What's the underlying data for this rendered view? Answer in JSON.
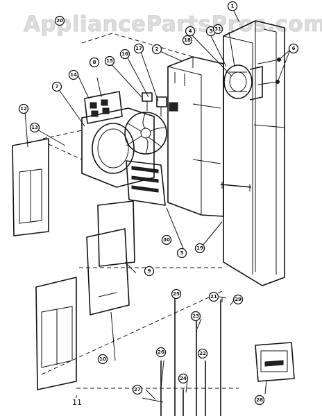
{
  "watermark": "AppliancePartsPros.com",
  "callouts": [
    "1",
    "2",
    "3",
    "4",
    "5",
    "6",
    "7",
    "8",
    "9",
    "10",
    "12",
    "13",
    "14",
    "15",
    "16",
    "17",
    "18",
    "19",
    "20",
    "21",
    "22",
    "23",
    "24",
    "25",
    "26",
    "27",
    "28",
    "29",
    "30",
    "31"
  ],
  "plain_labels": [
    "11"
  ]
}
